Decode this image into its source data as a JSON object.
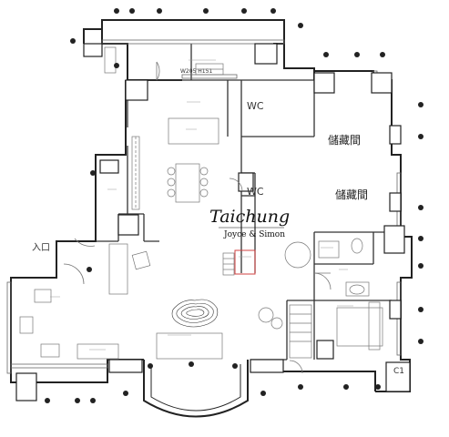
{
  "rooms": {
    "storage_1": "儲藏間",
    "storage_2": "儲藏間",
    "wc_top": "WC",
    "wc_mid": "WC",
    "entrance": "入口",
    "c1": "C1",
    "window_code": "W205 H151"
  },
  "watermark": {
    "title": "Taichung",
    "subtitle": "Joyce & Simon"
  },
  "colors": {
    "line": "#222222",
    "light_line": "#9a9a9a",
    "accent": "#d04040"
  }
}
